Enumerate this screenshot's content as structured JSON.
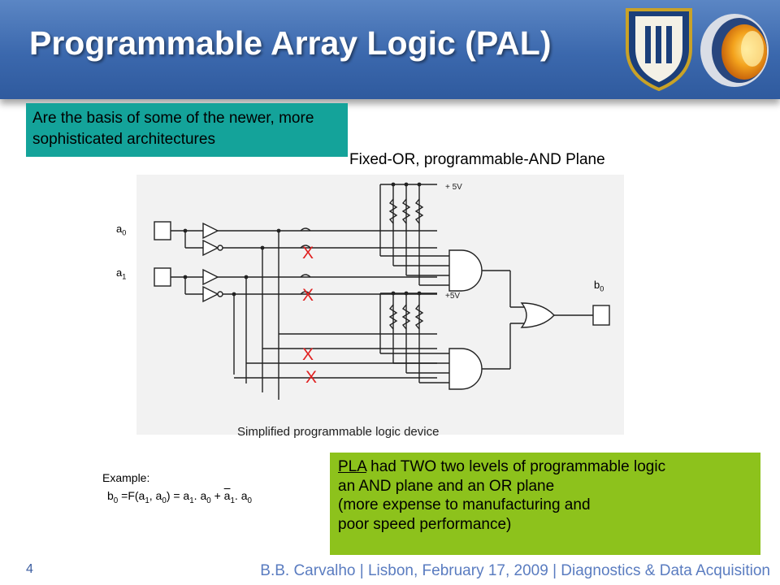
{
  "slide": {
    "title": "Programmable Array Logic (PAL)",
    "page_number": "4",
    "footer": "B.B. Carvalho | Lisbon, February 17, 2009 | Diagnostics & Data Acquisition"
  },
  "notes": {
    "teal_box": "Are the basis of some of the newer, more sophisticated architectures",
    "diagram_caption": "Fixed-OR, programmable-AND Plane"
  },
  "diagram": {
    "title": "Simplified programmable logic device",
    "inputs": [
      "a0",
      "a1"
    ],
    "output": "b0",
    "supply_top": "+ 5V",
    "supply_bottom": "+5V",
    "fuse_marks": [
      "X",
      "X",
      "X",
      "X"
    ]
  },
  "example": {
    "label": "Example:",
    "formula": "b0 =F(a1, a0) = a1. a0 + a1. a0"
  },
  "pla_box": {
    "underlined_word": "PLA",
    "line1_rest": " had TWO two levels of programmable logic",
    "line2": "an AND plane and an OR plane",
    "line3": "(more expense to manufacturing and",
    "line4": "poor speed performance)"
  },
  "colors": {
    "title_blue": "#3b68ad",
    "teal": "#14a39a",
    "green": "#8dc21c",
    "fuse_red": "#e02020"
  }
}
